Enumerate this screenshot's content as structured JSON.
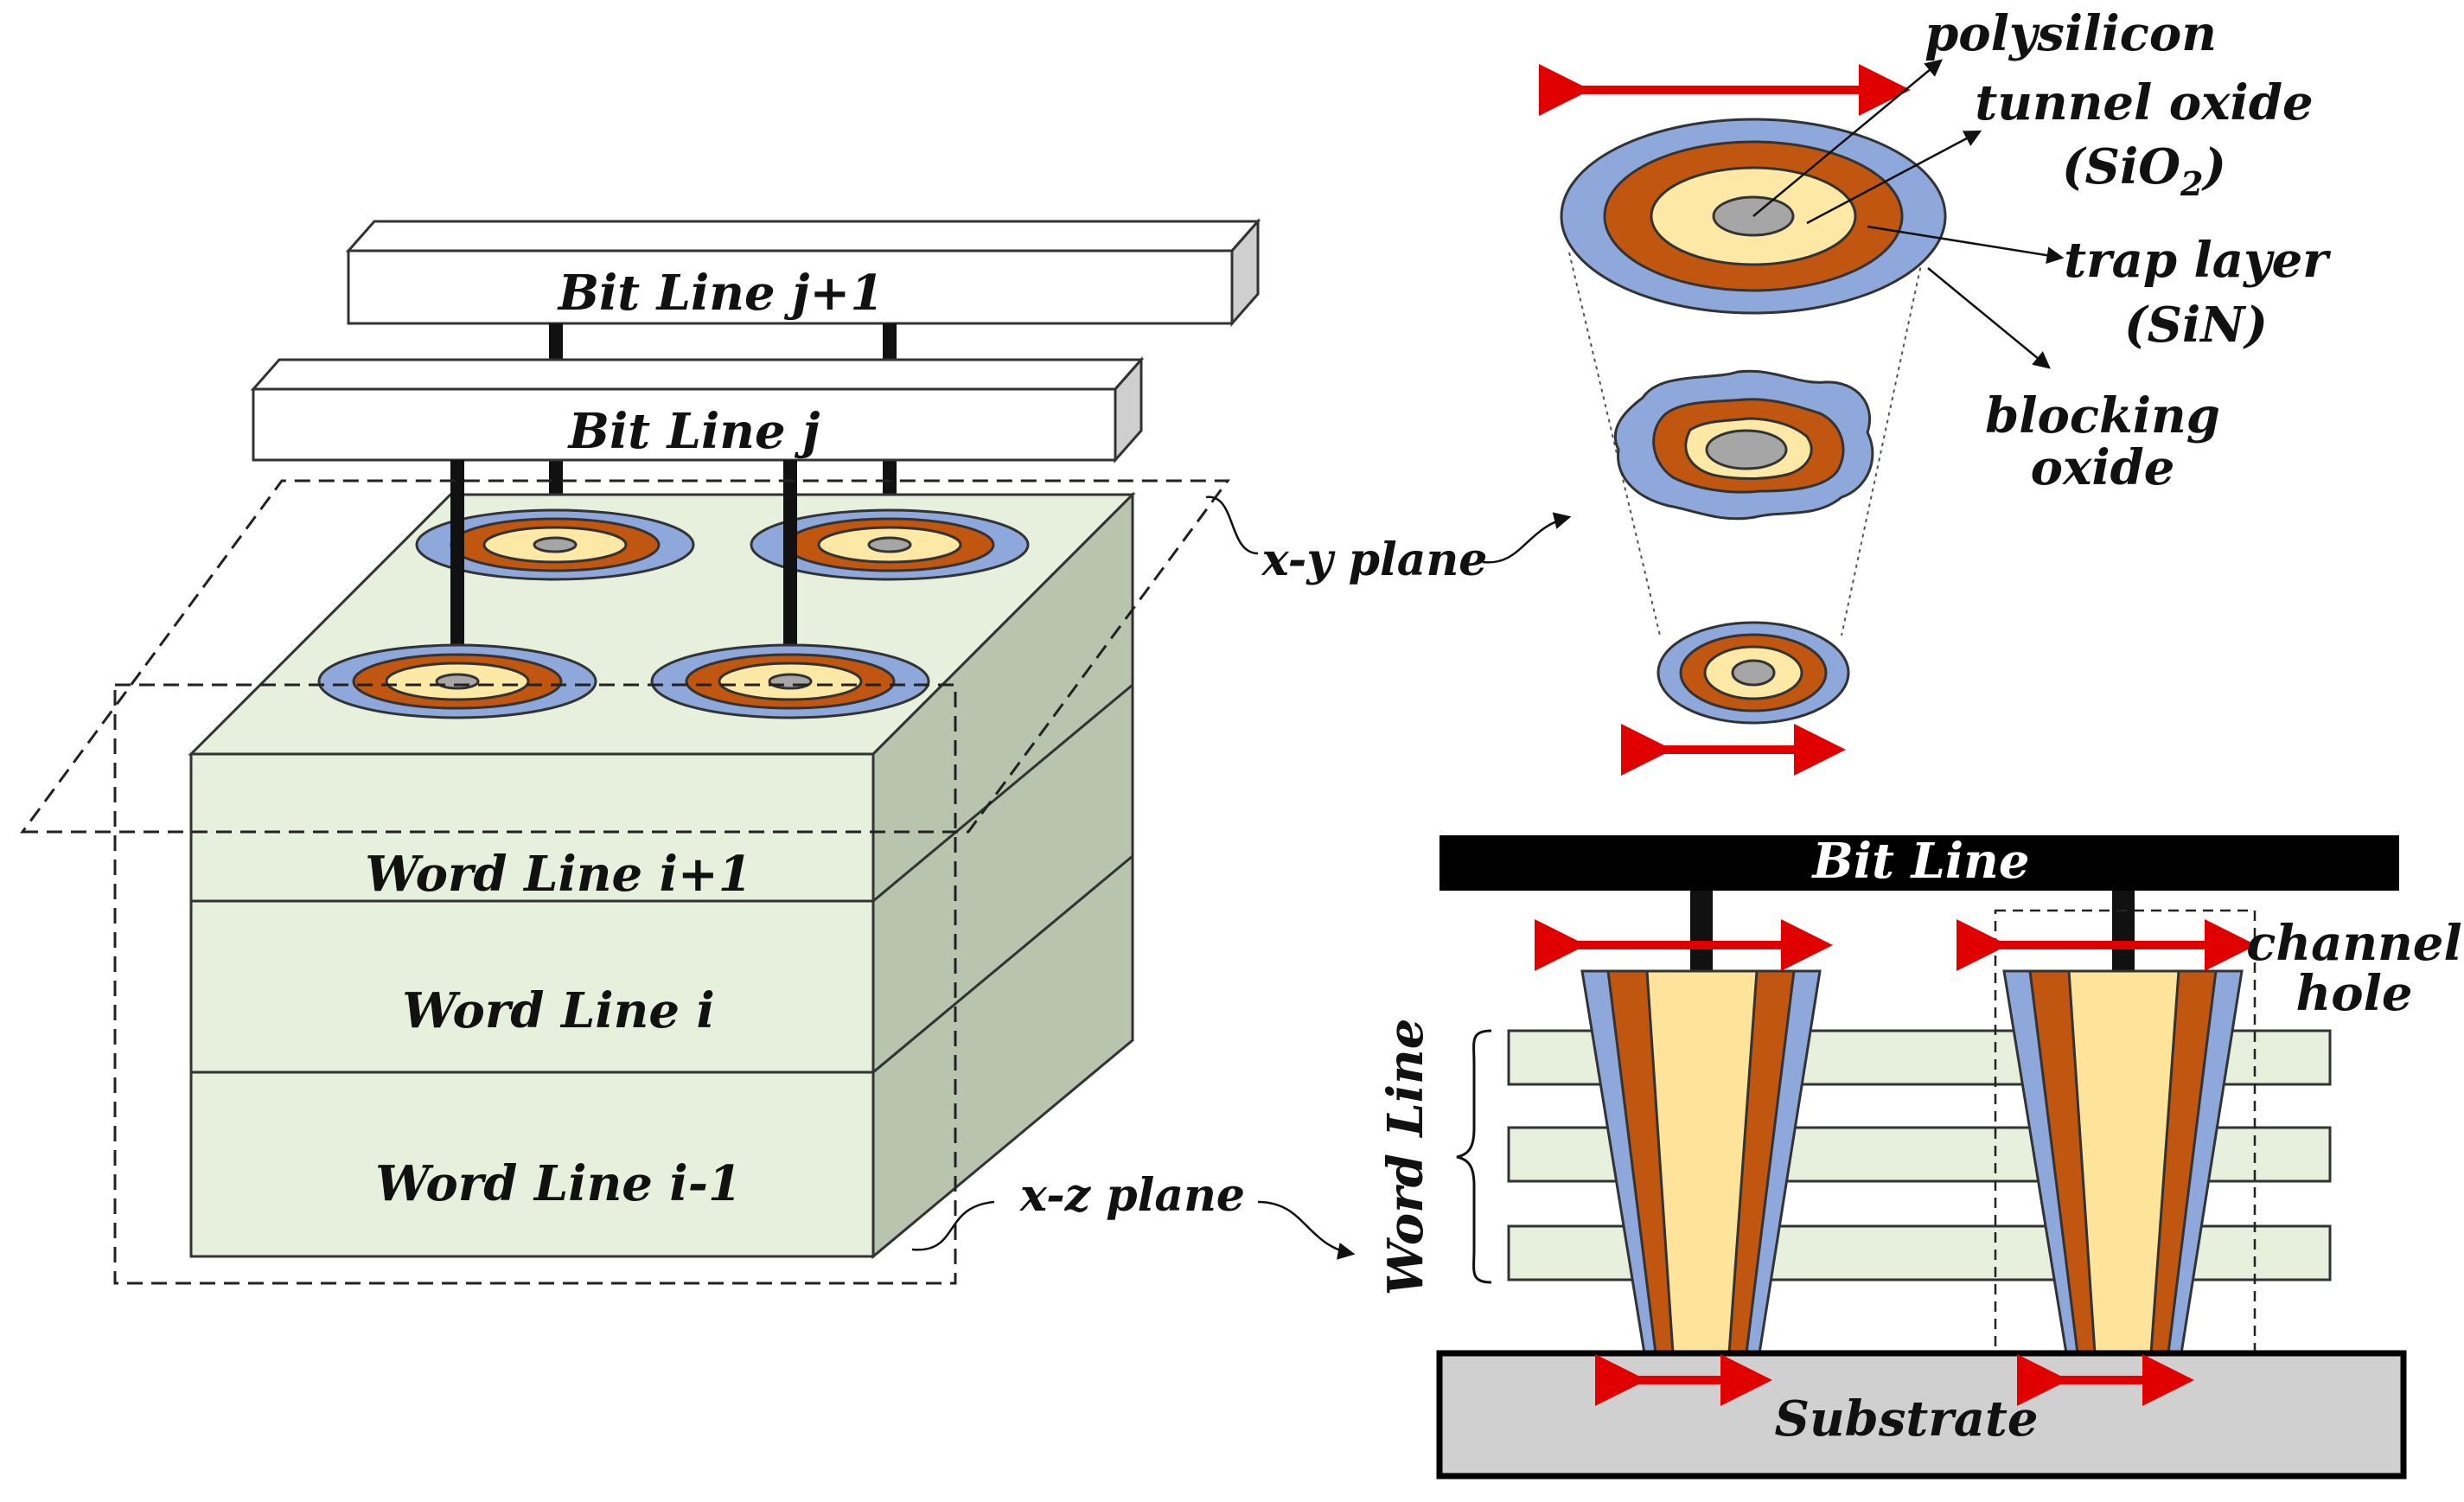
{
  "labels": {
    "bit_line_j1": "Bit Line j+1",
    "bit_line_j": "Bit Line j",
    "word_line_i1": "Word Line i+1",
    "word_line_i": "Word Line i",
    "word_line_im1": "Word Line i-1",
    "xy_plane": "x-y plane",
    "xz_plane": "x-z plane",
    "polysilicon": "polysilicon",
    "tunnel_oxide": "tunnel oxide",
    "tunnel_oxide_formula_base": "(SiO",
    "tunnel_oxide_formula_sub": "2",
    "tunnel_oxide_formula_end": ")",
    "trap_layer": "trap layer",
    "trap_layer_formula": "(SiN)",
    "blocking_oxide_1": "blocking",
    "blocking_oxide_2": "oxide",
    "bit_line": "Bit Line",
    "word_line": "Word Line",
    "channel_hole_1": "channel",
    "channel_hole_2": "hole",
    "substrate": "Substrate"
  },
  "colors": {
    "word_line_top": "#e6f0dc",
    "word_line_front": "#e6f0dc",
    "word_line_side": "#b8c4ae",
    "blocking_oxide": "#8fa8dc",
    "trap_layer": "#c0560f",
    "tunnel_oxide": "#fde8a6",
    "polysilicon": "#a6a6a6",
    "channel_fill": "#fde49a",
    "arrow": "#e00000",
    "substrate": "#d0d0d0",
    "bit_line_bar": "#000000"
  }
}
